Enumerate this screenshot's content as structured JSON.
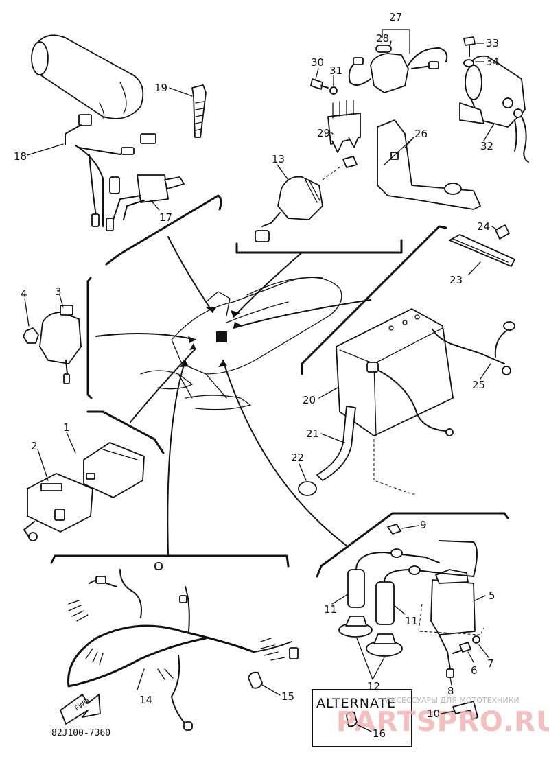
{
  "callouts": [
    "1",
    "2",
    "3",
    "4",
    "5",
    "6",
    "7",
    "8",
    "9",
    "10",
    "11",
    "11",
    "12",
    "13",
    "14",
    "15",
    "16",
    "17",
    "18",
    "19",
    "20",
    "21",
    "22",
    "23",
    "24",
    "25",
    "26",
    "27",
    "28",
    "29",
    "30",
    "31",
    "32",
    "33",
    "34"
  ],
  "alternate_label": "ALTERNATE",
  "fwd_label": "FWD",
  "drawing_code": "82J100-7360",
  "watermark": {
    "tagline": "АКСЕССУАРЫ ДЛЯ МОТОТЕХНИКИ",
    "site": "PARTSPRO.RU"
  }
}
